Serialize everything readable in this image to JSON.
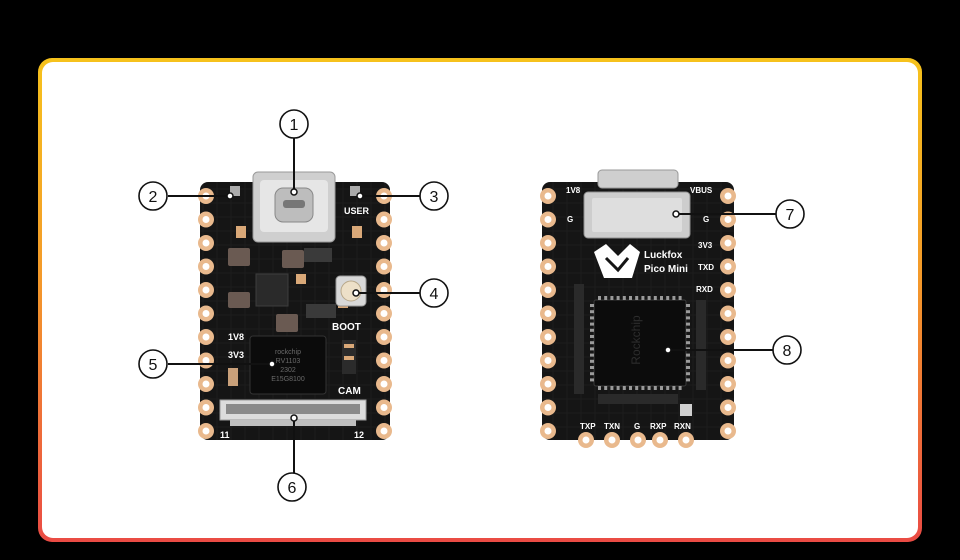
{
  "colors": {
    "background": "#000000",
    "panel": "#ffffff",
    "border_top": "#f6c21c",
    "border_bottom": "#ea4b44",
    "pcb": "#151515",
    "pad": "#e9b98d",
    "silk": "#ffffff",
    "connector": "#c9c9c9"
  },
  "front_board": {
    "silk": {
      "user": "USER",
      "boot": "BOOT",
      "v18": "1V8",
      "v33": "3V3",
      "cam": "CAM",
      "pin11": "11",
      "pin12": "12"
    },
    "chip_text": [
      "rockchip",
      "RV1103",
      "2302",
      "E15G8100"
    ]
  },
  "back_board": {
    "silk": {
      "v1": "1V8",
      "vbus": "VBUS",
      "g1": "G",
      "g2": "G",
      "v33": "3V3",
      "txd": "TXD",
      "rxd": "RXD",
      "brand": "Luckfox",
      "model": "Pico Mini",
      "txp": "TXP",
      "txn": "TXN",
      "gnd": "G",
      "rxp": "RXP",
      "rxn": "RXN"
    },
    "chip_text": "Rockchip"
  },
  "callouts": [
    "1",
    "2",
    "3",
    "4",
    "5",
    "6",
    "7",
    "8"
  ]
}
